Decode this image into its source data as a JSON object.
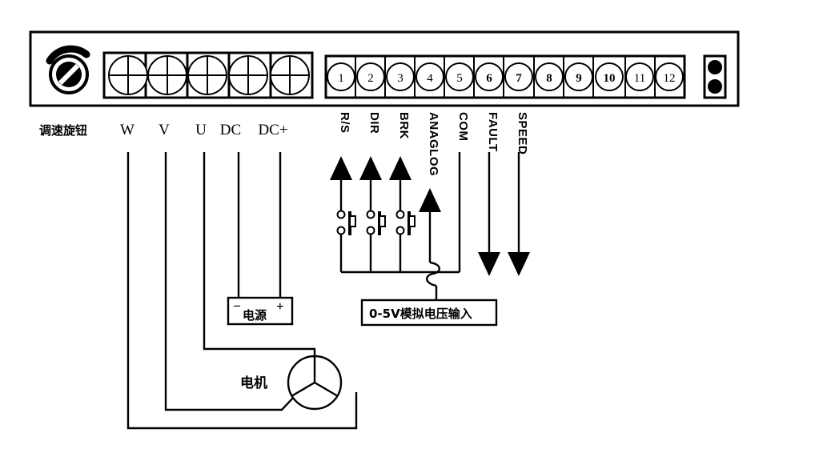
{
  "diagram": {
    "title": "Brushless DC motor driver wiring diagram",
    "line_color": "#000000",
    "background": "#ffffff"
  },
  "panel": {
    "knob": {
      "name": "speed-adjust-knob",
      "label": "调速旋钮"
    },
    "power_terminals": {
      "count": 5,
      "labels": [
        "W",
        "V",
        "U",
        "DC",
        "DC+"
      ]
    },
    "signal_terminals": {
      "numbers": [
        "1",
        "2",
        "3",
        "4",
        "5",
        "6",
        "7",
        "8",
        "9",
        "10",
        "11",
        "12"
      ],
      "bold": [
        false,
        false,
        false,
        false,
        false,
        true,
        true,
        true,
        true,
        true,
        false,
        false
      ]
    },
    "led_block": {
      "name": "indicator-leds",
      "count": 2
    }
  },
  "signals": {
    "inputs": [
      {
        "terminal": "1",
        "label": "R/S",
        "direction": "in"
      },
      {
        "terminal": "2",
        "label": "DIR",
        "direction": "in"
      },
      {
        "terminal": "3",
        "label": "BRK",
        "direction": "in"
      },
      {
        "terminal": "4",
        "label": "ANAGLOG",
        "direction": "in"
      },
      {
        "terminal": "5",
        "label": "COM",
        "direction": "none"
      }
    ],
    "outputs": [
      {
        "terminal": "6",
        "label": "FAULT",
        "direction": "out"
      },
      {
        "terminal": "7",
        "label": "SPEED",
        "direction": "out"
      }
    ]
  },
  "boxes": {
    "power_supply": {
      "label": "电源",
      "minus": "−",
      "plus": "+"
    },
    "analog_input": {
      "label": "0-5V模拟电压输入"
    }
  },
  "motor": {
    "label": "电机",
    "phases": [
      "U",
      "V",
      "W"
    ]
  }
}
